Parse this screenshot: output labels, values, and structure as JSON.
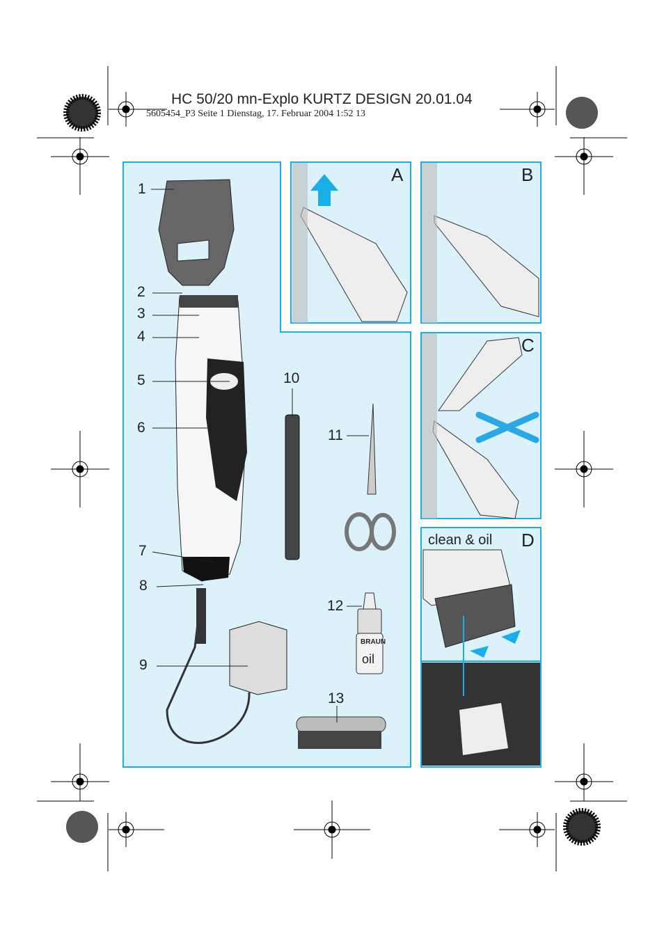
{
  "header": {
    "title": "HC 50/20 mn-Explo  KURTZ DESIGN 20.01.04",
    "subtitle": "5605454_P3  Seite 1  Dienstag, 17. Februar 2004  1:52 13"
  },
  "colors": {
    "panel_fill": "#dcf2fb",
    "panel_border": "#1aaee5",
    "arrow": "#19aee8",
    "cross": "#2aa8e6"
  },
  "main_panel": {
    "part_labels": [
      "1",
      "2",
      "3",
      "4",
      "5",
      "6",
      "7",
      "8",
      "9",
      "10",
      "11",
      "12",
      "13"
    ],
    "bottle_label": "oil",
    "logo": "BRAUN"
  },
  "panels": {
    "a": {
      "letter": "A",
      "icon": "arrow-up-icon"
    },
    "b": {
      "letter": "B"
    },
    "c": {
      "letter": "C",
      "icon": "cross-icon"
    },
    "d": {
      "letter": "D",
      "caption": "clean & oil"
    }
  }
}
